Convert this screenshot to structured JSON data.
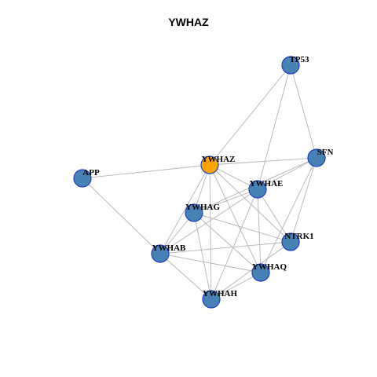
{
  "title": "YWHAZ",
  "colors": {
    "node": "#4682b4",
    "focus_node": "#ffa500",
    "node_border": "#1f3fbf",
    "edge": "#b3b3b3"
  },
  "nodes": [
    {
      "id": "TP53",
      "label": "TP53",
      "focus": false
    },
    {
      "id": "SFN",
      "label": "SFN",
      "focus": false
    },
    {
      "id": "YWHAZ",
      "label": "YWHAZ",
      "focus": true
    },
    {
      "id": "APP",
      "label": "APP",
      "focus": false
    },
    {
      "id": "YWHAE",
      "label": "YWHAE",
      "focus": false
    },
    {
      "id": "YWHAG",
      "label": "YWHAG",
      "focus": false
    },
    {
      "id": "NTRK1",
      "label": "NTRK1",
      "focus": false
    },
    {
      "id": "YWHAB",
      "label": "YWHAB",
      "focus": false
    },
    {
      "id": "YWHAQ",
      "label": "YWHAQ",
      "focus": false
    },
    {
      "id": "YWHAH",
      "label": "YWHAH",
      "focus": false
    }
  ],
  "edges": [
    [
      "TP53",
      "YWHAZ"
    ],
    [
      "TP53",
      "YWHAE"
    ],
    [
      "TP53",
      "SFN"
    ],
    [
      "APP",
      "YWHAZ"
    ],
    [
      "APP",
      "YWHAB"
    ],
    [
      "SFN",
      "YWHAZ"
    ],
    [
      "SFN",
      "YWHAE"
    ],
    [
      "SFN",
      "YWHAG"
    ],
    [
      "SFN",
      "NTRK1"
    ],
    [
      "SFN",
      "YWHAQ"
    ],
    [
      "YWHAZ",
      "YWHAE"
    ],
    [
      "YWHAZ",
      "YWHAG"
    ],
    [
      "YWHAZ",
      "YWHAB"
    ],
    [
      "YWHAZ",
      "YWHAH"
    ],
    [
      "YWHAZ",
      "NTRK1"
    ],
    [
      "YWHAZ",
      "YWHAQ"
    ],
    [
      "YWHAE",
      "YWHAG"
    ],
    [
      "YWHAE",
      "YWHAB"
    ],
    [
      "YWHAE",
      "YWHAH"
    ],
    [
      "YWHAE",
      "NTRK1"
    ],
    [
      "YWHAE",
      "YWHAQ"
    ],
    [
      "YWHAG",
      "YWHAB"
    ],
    [
      "YWHAG",
      "YWHAH"
    ],
    [
      "YWHAG",
      "NTRK1"
    ],
    [
      "YWHAG",
      "YWHAQ"
    ],
    [
      "YWHAB",
      "YWHAH"
    ],
    [
      "YWHAB",
      "NTRK1"
    ],
    [
      "YWHAB",
      "YWHAQ"
    ],
    [
      "NTRK1",
      "YWHAH"
    ],
    [
      "YWHAQ",
      "YWHAH"
    ]
  ]
}
